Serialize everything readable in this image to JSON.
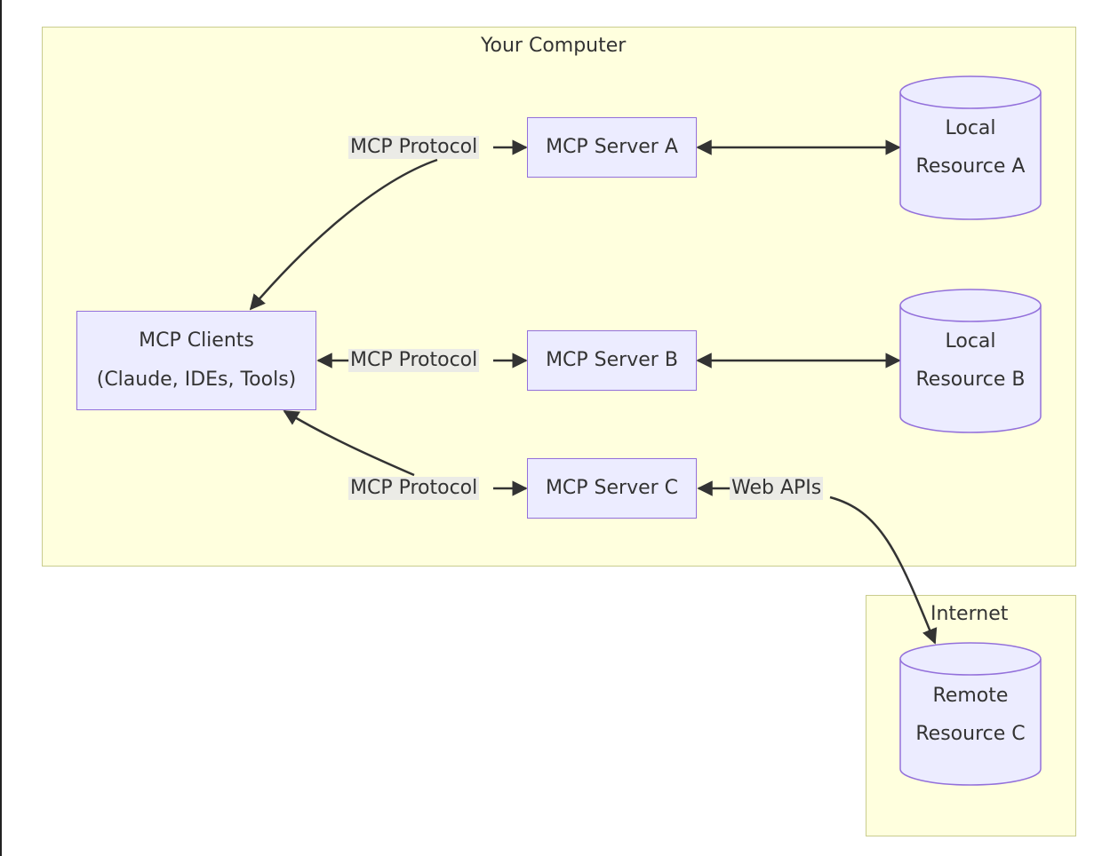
{
  "clusters": {
    "computer": {
      "title": "Your Computer"
    },
    "internet": {
      "title": "Internet"
    }
  },
  "nodes": {
    "clients": {
      "line1": "MCP Clients",
      "line2": "(Claude, IDEs, Tools)"
    },
    "server_a": {
      "label": "MCP Server A"
    },
    "server_b": {
      "label": "MCP Server B"
    },
    "server_c": {
      "label": "MCP Server C"
    },
    "resource_a": {
      "line1": "Local",
      "line2": "Resource A"
    },
    "resource_b": {
      "line1": "Local",
      "line2": "Resource B"
    },
    "resource_c": {
      "line1": "Remote",
      "line2": "Resource C"
    }
  },
  "edges": {
    "protocol_a": "MCP Protocol",
    "protocol_b": "MCP Protocol",
    "protocol_c": "MCP Protocol",
    "web_apis": "Web APIs"
  },
  "colors": {
    "cluster_fill": "#ffffde",
    "cluster_border": "#c9cc8e",
    "node_fill": "#ececff",
    "node_border": "#9370db",
    "edge": "#333333"
  }
}
